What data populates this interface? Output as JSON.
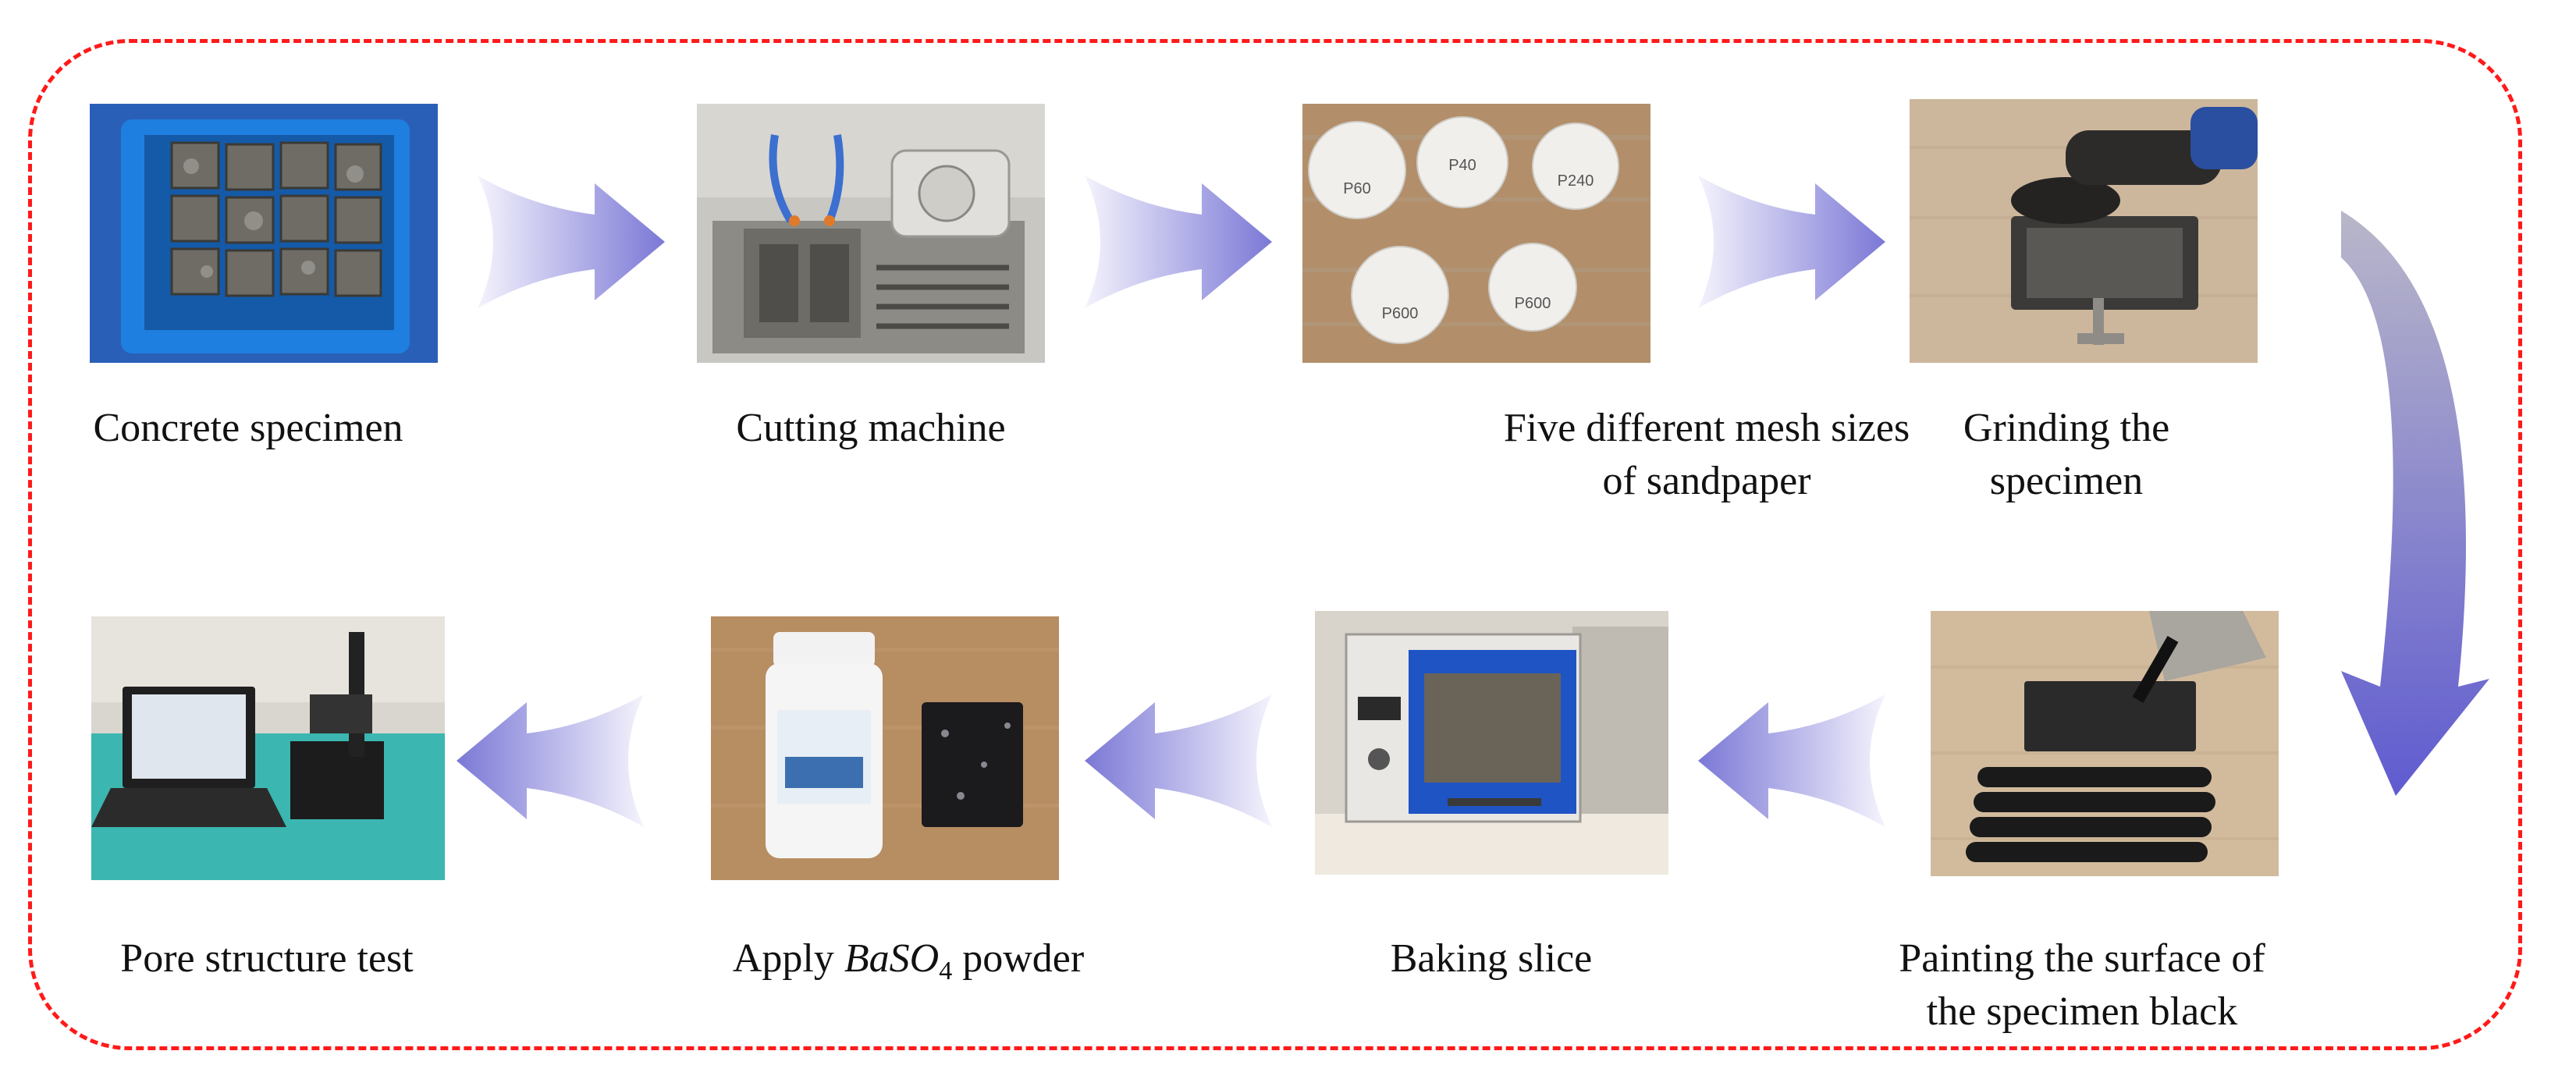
{
  "steps": [
    {
      "label": "Concrete specimen"
    },
    {
      "label": "Cutting machine"
    },
    {
      "label_line1": "Five different mesh sizes",
      "label_line2": "of sandpaper"
    },
    {
      "label_line1": "Grinding the",
      "label_line2": "specimen"
    },
    {
      "label_line1": "Painting the surface of",
      "label_line2": "the specimen black"
    },
    {
      "label": "Baking slice"
    },
    {
      "label_prefix": "Apply",
      "label_formula": "BaSO",
      "label_subscript": "4",
      "label_suffix": "powder"
    },
    {
      "label": "Pore structure test"
    }
  ],
  "sandpaper_marks": [
    "P60",
    "P40",
    "P240",
    "P600",
    "P600"
  ],
  "colors": {
    "frame": "#ff1a1a",
    "arrow": "#7b78d6",
    "arrow_light": "#eceaf9"
  }
}
